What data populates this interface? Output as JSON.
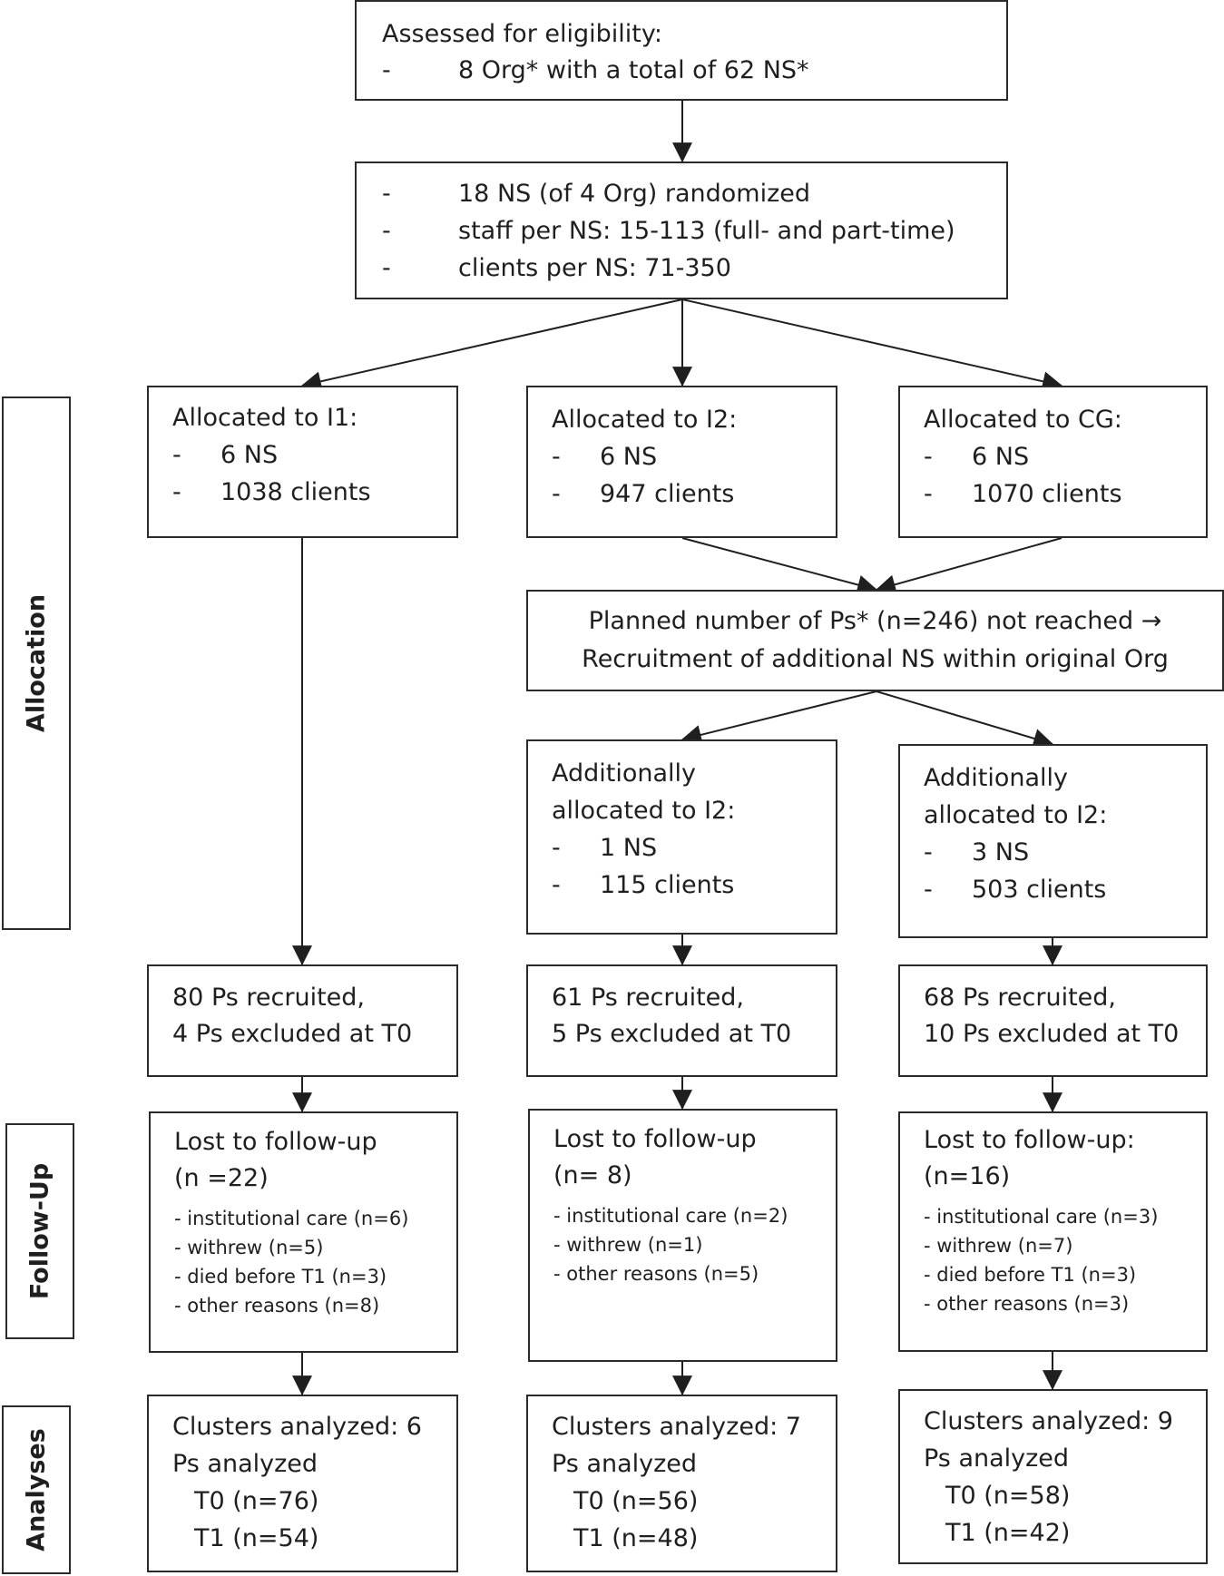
{
  "eligibility": {
    "title": "Assessed for eligibility:",
    "items": [
      "8 Org* with a total of 62 NS*"
    ]
  },
  "randomized": {
    "items": [
      "18 NS (of 4 Org) randomized",
      "staff per NS: 15-113 (full- and part-time)",
      "clients per NS: 71-350"
    ]
  },
  "allocation": {
    "i1": {
      "title": "Allocated to I1:",
      "items": [
        "6 NS",
        "1038 clients"
      ]
    },
    "i2": {
      "title": "Allocated to I2:",
      "items": [
        "6 NS",
        "947 clients"
      ]
    },
    "cg": {
      "title": "Allocated to CG:",
      "items": [
        "6 NS",
        "1070 clients"
      ]
    }
  },
  "planned": {
    "line1": "Planned number of Ps* (n=246) not reached →",
    "line2": "Recruitment of additional NS within original Org"
  },
  "additional": {
    "left": {
      "title1": "Additionally",
      "title2": "allocated to I2:",
      "items": [
        "1 NS",
        "115 clients"
      ]
    },
    "right": {
      "title1": "Additionally",
      "title2": "allocated to I2:",
      "items": [
        "3 NS",
        "503 clients"
      ]
    }
  },
  "recruited": {
    "i1": {
      "line1": "80 Ps recruited,",
      "line2": "4 Ps excluded at T0"
    },
    "i2": {
      "line1": "61 Ps recruited,",
      "line2": "5 Ps excluded at T0"
    },
    "cg": {
      "line1": "68 Ps recruited,",
      "line2": "10 Ps excluded at T0"
    }
  },
  "followup": {
    "i1": {
      "title": "Lost to follow-up",
      "count": "(n =22)",
      "reasons": [
        "- institutional care (n=6)",
        "- withrew (n=5)",
        "- died before T1 (n=3)",
        "- other reasons (n=8)"
      ]
    },
    "i2": {
      "title": "Lost to follow-up",
      "count": "(n= 8)",
      "reasons": [
        "- institutional care (n=2)",
        "- withrew (n=1)",
        "- other reasons (n=5)"
      ]
    },
    "cg": {
      "title": "Lost to follow-up:",
      "count": "(n=16)",
      "reasons": [
        "- institutional care (n=3)",
        "- withrew (n=7)",
        "- died before T1 (n=3)",
        "- other reasons (n=3)"
      ]
    }
  },
  "analyses": {
    "i1": {
      "clusters": "Clusters analyzed: 6",
      "ps": "Ps analyzed",
      "t0": "T0 (n=76)",
      "t1": "T1 (n=54)"
    },
    "i2": {
      "clusters": "Clusters analyzed: 7",
      "ps": "Ps analyzed",
      "t0": "T0 (n=56)",
      "t1": "T1 (n=48)"
    },
    "cg": {
      "clusters": "Clusters analyzed: 9",
      "ps": "Ps analyzed",
      "t0": "T0 (n=58)",
      "t1": "T1 (n=42)"
    }
  },
  "phases": {
    "allocation": "Allocation",
    "followup": "Follow-Up",
    "analyses": "Analyses"
  },
  "bullet": "-"
}
